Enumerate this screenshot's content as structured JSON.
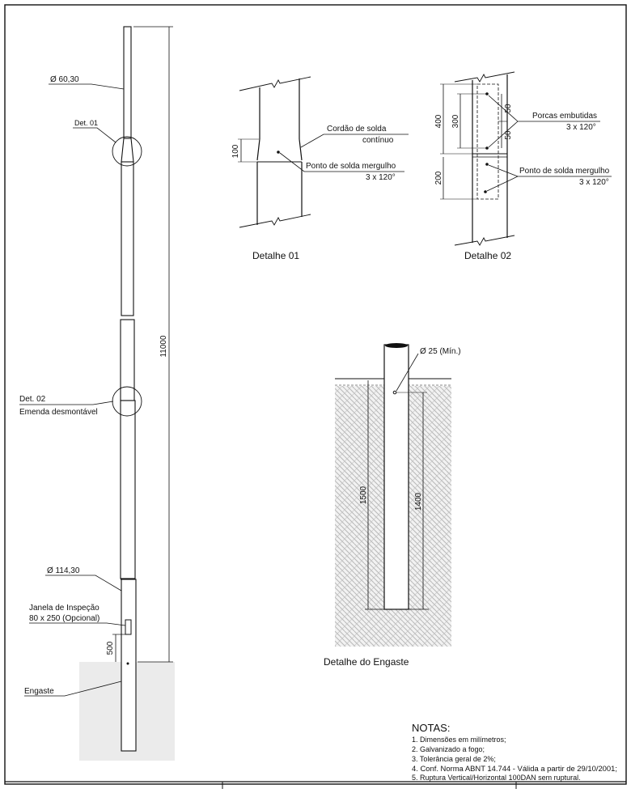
{
  "main_view": {
    "dia_top": "Ø 60,30",
    "det01_ref": "Det. 01",
    "det02_ref": "Det. 02",
    "det02_desc": "Emenda desmontável",
    "dia_bottom": "Ø 114,30",
    "janela_label": "Janela de Inspeção",
    "janela_size": "80 x 250  (Opcional)",
    "dim_500": "500",
    "dim_11000": "11000",
    "engaste_label": "Engaste"
  },
  "detalhe01": {
    "title": "Detalhe 01",
    "dim_100": "100",
    "cordao_l1": "Cordão de solda",
    "cordao_l2": "contínuo",
    "ponto_l1": "Ponto de solda mergulho",
    "ponto_l2": "3 x 120°"
  },
  "detalhe02": {
    "title": "Detalhe 02",
    "dim_400": "400",
    "dim_300": "300",
    "dim_200": "200",
    "dim_50a": "50",
    "dim_50b": "50",
    "porcas_l1": "Porcas embutidas",
    "porcas_l2": "3 x 120°",
    "ponto_l1": "Ponto de solda mergulho",
    "ponto_l2": "3 x 120°"
  },
  "engaste": {
    "title": "Detalhe do Engaste",
    "dia": "Ø 25 (Mín.)",
    "dim_1500": "1500",
    "dim_1400": "1400"
  },
  "notes": {
    "title": "NOTAS:",
    "items": [
      "1. Dimensões em milímetros;",
      "2. Galvanizado a fogo;",
      "3. Tolerância geral de 2%;",
      "4. Conf. Norma ABNT 14.744 - Válida a partir de 29/10/2001;",
      "5. Ruptura Vertical/Horizontal 100DAN sem ruptural."
    ]
  }
}
